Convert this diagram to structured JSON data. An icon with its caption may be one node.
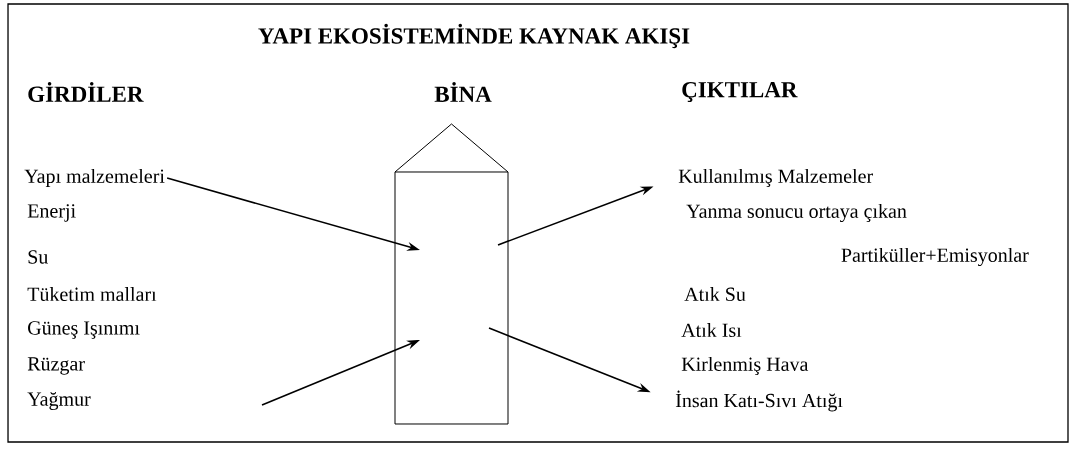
{
  "diagram": {
    "title": "YAPI EKOSİSTEMİNDE KAYNAK AKIŞI",
    "nodes": [
      {
        "text": [
          "Yapı malzemeleri"
        ]
      },
      {
        "text": [],
        "shape": "house"
      },
      {
        "text": [
          "Kullanılmış Malzemeler"
        ]
      },
      {
        "text": [
          "İnsan Katı-Sıvı Atığı"
        ]
      }
    ],
    "edges": [
      {
        "from": 0,
        "to": 1,
        "arrow": "to"
      },
      {
        "from": null,
        "to": 1,
        "arrow": "to"
      },
      {
        "from": 1,
        "to": 2,
        "arrow": "to"
      },
      {
        "from": 1,
        "to": 3,
        "arrow": "to"
      }
    ],
    "labels": [
      "GİRDİLER",
      "BİNA",
      "ÇIKTILAR",
      "Enerji",
      "Su",
      "Tüketim malları",
      "Güneş Işınımı",
      "Rüzgar",
      "Yağmur",
      "Yanma sonucu ortaya çıkan",
      "Partiküller+Emisyonlar",
      "Atık Su",
      "Atık Isı",
      "Kirlenmiş Hava"
    ]
  }
}
